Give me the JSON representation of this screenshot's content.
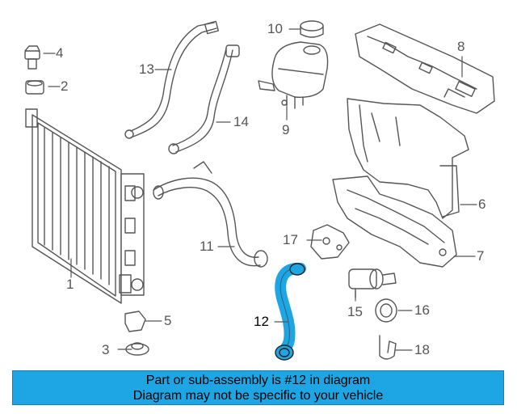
{
  "callouts": [
    {
      "id": "1",
      "label": "1"
    },
    {
      "id": "2",
      "label": "2"
    },
    {
      "id": "3",
      "label": "3"
    },
    {
      "id": "4",
      "label": "4"
    },
    {
      "id": "5",
      "label": "5"
    },
    {
      "id": "6",
      "label": "6"
    },
    {
      "id": "7",
      "label": "7"
    },
    {
      "id": "8",
      "label": "8"
    },
    {
      "id": "9",
      "label": "9"
    },
    {
      "id": "10",
      "label": "10"
    },
    {
      "id": "11",
      "label": "11"
    },
    {
      "id": "12",
      "label": "12"
    },
    {
      "id": "13",
      "label": "13"
    },
    {
      "id": "14",
      "label": "14"
    },
    {
      "id": "15",
      "label": "15"
    },
    {
      "id": "16",
      "label": "16"
    },
    {
      "id": "17",
      "label": "17"
    },
    {
      "id": "18",
      "label": "18"
    }
  ],
  "banner": {
    "line1": "Part or sub-assembly is #12 in diagram",
    "line2": "Diagram may not be specific to your vehicle"
  },
  "colors": {
    "highlight_part": "#1da6e3",
    "line_art": "#555555",
    "banner_bg": "#1da6e3"
  }
}
